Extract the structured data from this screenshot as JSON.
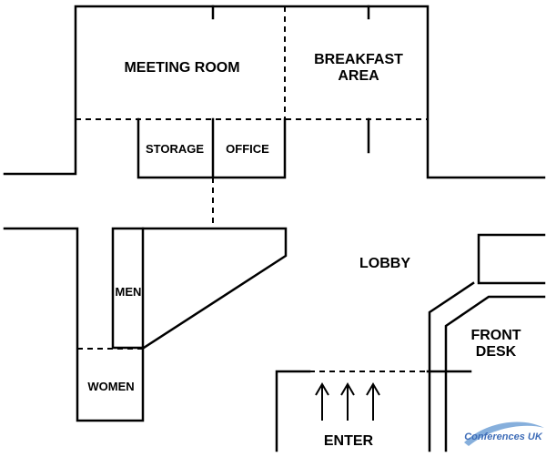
{
  "rooms": {
    "meeting_room": "MEETING ROOM",
    "breakfast_area_line1": "BREAKFAST",
    "breakfast_area_line2": "AREA",
    "storage": "STORAGE",
    "office": "OFFICE",
    "lobby": "LOBBY",
    "men": "MEN",
    "women": "WOMEN",
    "front_desk_line1": "FRONT",
    "front_desk_line2": "DESK",
    "enter": "ENTER"
  },
  "logo": {
    "text": "Conferences UK",
    "colors": {
      "text": "#2a5db0",
      "swoosh": "#7aa7d9"
    }
  }
}
